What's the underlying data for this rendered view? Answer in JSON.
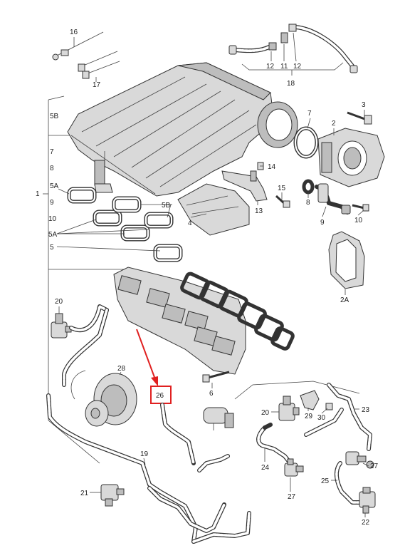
{
  "labels": {
    "l16": "16",
    "l17": "17",
    "l12a": "12",
    "l11": "11",
    "l12b": "12",
    "l18": "18",
    "l3": "3",
    "l5B_left": "5B",
    "l7_left": "7",
    "l7": "7",
    "l2": "2",
    "l8_left": "8",
    "l14": "14",
    "l1": "1",
    "l5A_left": "5A",
    "l9_left": "9",
    "l15": "15",
    "l8": "8",
    "l5B": "5B",
    "l13": "13",
    "l4": "4",
    "l10_left": "10",
    "l9": "9",
    "l10": "10",
    "l5A": "5A",
    "l5": "5",
    "l2A": "2A",
    "l20_top": "20",
    "l28": "28",
    "l6": "6",
    "l26": "26",
    "l29": "29",
    "l23": "23",
    "l20": "20",
    "l30": "30",
    "l19": "19",
    "l24": "24",
    "l27_right": "27",
    "l25": "25",
    "l21": "21",
    "l27": "27",
    "l22": "22"
  },
  "highlight": {
    "part": "26",
    "color": "#e02020"
  }
}
